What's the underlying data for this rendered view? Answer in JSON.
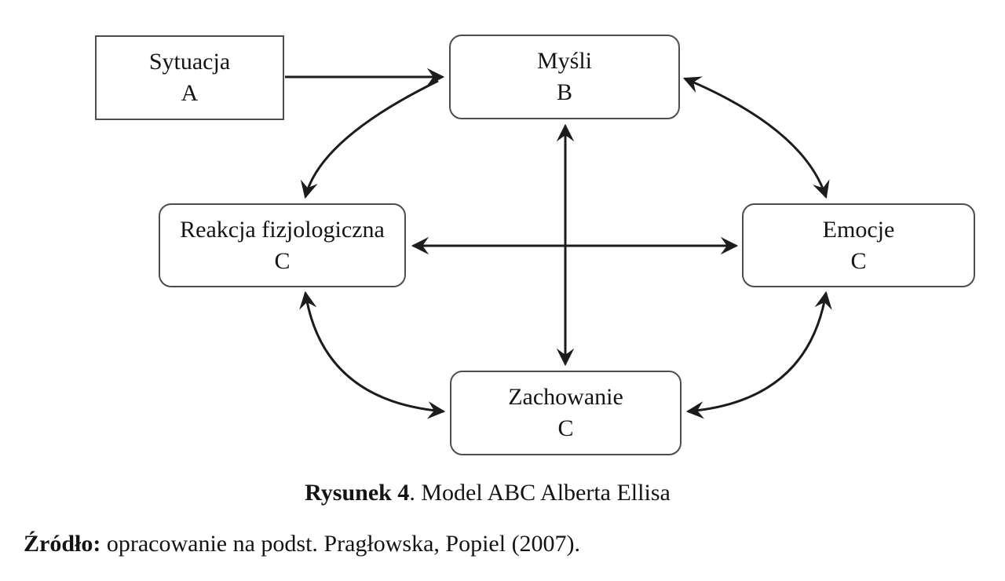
{
  "figure": {
    "caption_label": "Rysunek 4",
    "caption_text": ". Model ABC Alberta Ellisa",
    "source_label": "Źródło:",
    "source_text": " opracowanie na podst. Pragłowska, Popiel (2007)."
  },
  "diagram": {
    "nodes": [
      {
        "id": "sytuacja",
        "label": "Sytuacja",
        "letter": "A",
        "shape": "rectangle"
      },
      {
        "id": "mysli",
        "label": "Myśli",
        "letter": "B",
        "shape": "rounded"
      },
      {
        "id": "reakcja",
        "label": "Reakcja fizjologiczna",
        "letter": "C",
        "shape": "rounded"
      },
      {
        "id": "emocje",
        "label": "Emocje",
        "letter": "C",
        "shape": "rounded"
      },
      {
        "id": "zachowanie",
        "label": "Zachowanie",
        "letter": "C",
        "shape": "rounded"
      }
    ],
    "edges": [
      {
        "from": "sytuacja",
        "to": "mysli",
        "type": "straight",
        "direction": "one-way"
      },
      {
        "from": "mysli",
        "to": "reakcja",
        "type": "curved",
        "direction": "two-way"
      },
      {
        "from": "mysli",
        "to": "emocje",
        "type": "curved",
        "direction": "two-way"
      },
      {
        "from": "reakcja",
        "to": "emocje",
        "type": "straight",
        "direction": "two-way"
      },
      {
        "from": "mysli",
        "to": "zachowanie",
        "type": "straight",
        "direction": "two-way"
      },
      {
        "from": "reakcja",
        "to": "zachowanie",
        "type": "curved",
        "direction": "two-way"
      },
      {
        "from": "emocje",
        "to": "zachowanie",
        "type": "curved",
        "direction": "two-way"
      }
    ],
    "colors": {
      "arrow_stroke": "#1c1c1c",
      "box_border": "#4d4d4d",
      "box_fill": "#ffffff",
      "text": "#141414",
      "background": "#ffffff"
    }
  }
}
